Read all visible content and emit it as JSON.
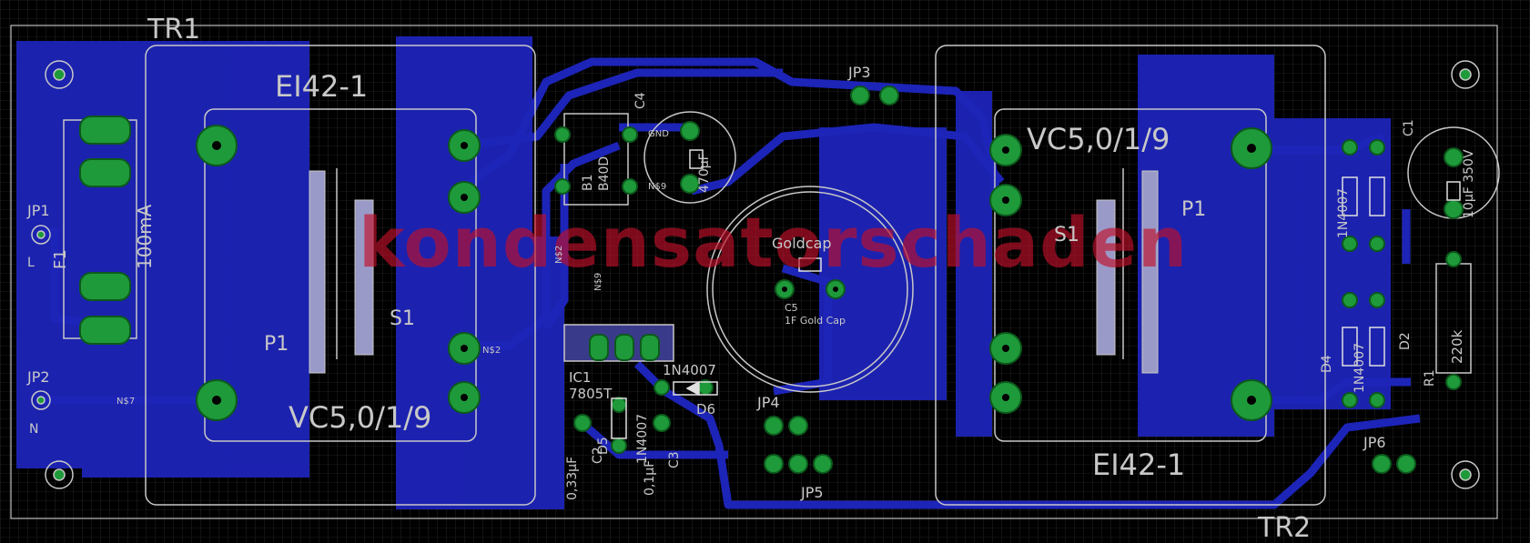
{
  "labels": {
    "tr1": "TR1",
    "tr2": "TR2",
    "tr1_core": "EI42-1",
    "tr2_core": "EI42-1",
    "tr1_rating": "VC5,0/1/9",
    "tr2_rating": "VC5,0/1/9",
    "tr1_p1": "P1",
    "tr1_s1": "S1",
    "tr2_p1": "P1",
    "tr2_s1": "S1",
    "jp1": "JP1",
    "jp1_pin": "L",
    "jp2": "JP2",
    "jp2_pin": "N",
    "jp3": "JP3",
    "jp4": "JP4",
    "jp5": "JP5",
    "jp6": "JP6",
    "f1": "F1",
    "f1_value": "100mA",
    "c4": "C4",
    "c4_value": "470µF",
    "c1": "C1",
    "c1_value": "10µF 350V",
    "b1": "B1",
    "b1_value": "B40D",
    "ic1": "IC1",
    "ic1_value": "7805T",
    "c2": "C2",
    "c2_value": "0,33µF",
    "c3": "C3",
    "c3_value": "0,1µF",
    "d5": "D5",
    "d5_value": "1N4007",
    "d6": "D6",
    "d6_value": "1N4007",
    "c5_value": "Goldcap",
    "c5": "C5",
    "c5_desc": "1F Gold Cap",
    "d1d3": "1N4007",
    "d2d4": "1N4007",
    "d4": "D4",
    "d2": "D2",
    "r1": "R1",
    "r1_value": "220k",
    "net_n2": "N$2",
    "net_n2b": "N$2",
    "net_n9": "N$9",
    "net_n9b": "N$9",
    "net_n7": "N$7",
    "gnd": "GND",
    "watermark": "kondensatorschaden"
  },
  "colors": {
    "background": "#000000",
    "copper": "#1d24b8",
    "pad": "#1f9a3a",
    "silkscreen": "#c8c8c8",
    "watermark": "#c0102a",
    "grid": "#3a3a3a"
  }
}
